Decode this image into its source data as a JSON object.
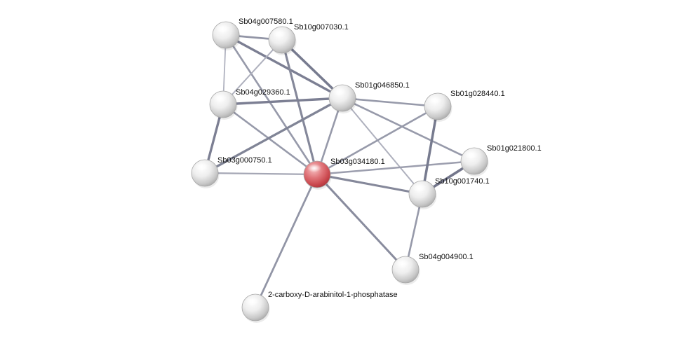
{
  "network": {
    "nodes": [
      {
        "id": "Sb04g007580.1",
        "label": "Sb04g007580.1",
        "role": "neighbor"
      },
      {
        "id": "Sb10g007030.1",
        "label": "Sb10g007030.1",
        "role": "neighbor"
      },
      {
        "id": "Sb04g029360.1",
        "label": "Sb04g029360.1",
        "role": "neighbor"
      },
      {
        "id": "Sb01g046850.1",
        "label": "Sb01g046850.1",
        "role": "neighbor"
      },
      {
        "id": "Sb01g028440.1",
        "label": "Sb01g028440.1",
        "role": "neighbor"
      },
      {
        "id": "Sb01g021800.1",
        "label": "Sb01g021800.1",
        "role": "neighbor"
      },
      {
        "id": "Sb03g000750.1",
        "label": "Sb03g000750.1",
        "role": "neighbor"
      },
      {
        "id": "Sb03g034180.1",
        "label": "Sb03g034180.1",
        "role": "query"
      },
      {
        "id": "Sb10g001740.1",
        "label": "Sb10g001740.1",
        "role": "neighbor"
      },
      {
        "id": "Sb04g004900.1",
        "label": "Sb04g004900.1",
        "role": "neighbor"
      },
      {
        "id": "2-carboxy-D-arabinitol-1-phosphatase",
        "label": "2-carboxy-D-arabinitol-1-phosphatase",
        "role": "neighbor"
      }
    ],
    "edges": [
      {
        "source": "Sb04g007580.1",
        "target": "Sb10g007030.1",
        "strength": 0.6
      },
      {
        "source": "Sb04g007580.1",
        "target": "Sb01g046850.1",
        "strength": 0.85
      },
      {
        "source": "Sb04g007580.1",
        "target": "Sb04g029360.1",
        "strength": 0.25
      },
      {
        "source": "Sb04g007580.1",
        "target": "Sb03g034180.1",
        "strength": 0.55
      },
      {
        "source": "Sb10g007030.1",
        "target": "Sb01g046850.1",
        "strength": 0.9
      },
      {
        "source": "Sb10g007030.1",
        "target": "Sb04g029360.1",
        "strength": 0.3
      },
      {
        "source": "Sb10g007030.1",
        "target": "Sb03g034180.1",
        "strength": 0.75
      },
      {
        "source": "Sb04g029360.1",
        "target": "Sb01g046850.1",
        "strength": 0.85
      },
      {
        "source": "Sb04g029360.1",
        "target": "Sb03g000750.1",
        "strength": 0.85
      },
      {
        "source": "Sb04g029360.1",
        "target": "Sb03g034180.1",
        "strength": 0.55
      },
      {
        "source": "Sb01g046850.1",
        "target": "Sb03g000750.1",
        "strength": 0.8
      },
      {
        "source": "Sb01g046850.1",
        "target": "Sb03g034180.1",
        "strength": 0.55
      },
      {
        "source": "Sb01g046850.1",
        "target": "Sb01g028440.1",
        "strength": 0.55
      },
      {
        "source": "Sb01g046850.1",
        "target": "Sb01g021800.1",
        "strength": 0.55
      },
      {
        "source": "Sb01g046850.1",
        "target": "Sb10g001740.1",
        "strength": 0.3
      },
      {
        "source": "Sb03g000750.1",
        "target": "Sb03g034180.1",
        "strength": 0.4
      },
      {
        "source": "Sb03g034180.1",
        "target": "Sb01g028440.1",
        "strength": 0.55
      },
      {
        "source": "Sb03g034180.1",
        "target": "Sb01g021800.1",
        "strength": 0.5
      },
      {
        "source": "Sb03g034180.1",
        "target": "Sb10g001740.1",
        "strength": 0.75
      },
      {
        "source": "Sb03g034180.1",
        "target": "Sb04g004900.1",
        "strength": 0.7
      },
      {
        "source": "Sb03g034180.1",
        "target": "2-carboxy-D-arabinitol-1-phosphatase",
        "strength": 0.6
      },
      {
        "source": "Sb01g028440.1",
        "target": "Sb10g001740.1",
        "strength": 0.9
      },
      {
        "source": "Sb01g021800.1",
        "target": "Sb10g001740.1",
        "strength": 0.95
      },
      {
        "source": "Sb10g001740.1",
        "target": "Sb04g004900.1",
        "strength": 0.55
      }
    ],
    "colors": {
      "query_node": "#d9575c",
      "neighbor_node": "#dcdcdc",
      "edge_strong": "#6e7287",
      "edge_weak": "#c9cad4"
    }
  }
}
